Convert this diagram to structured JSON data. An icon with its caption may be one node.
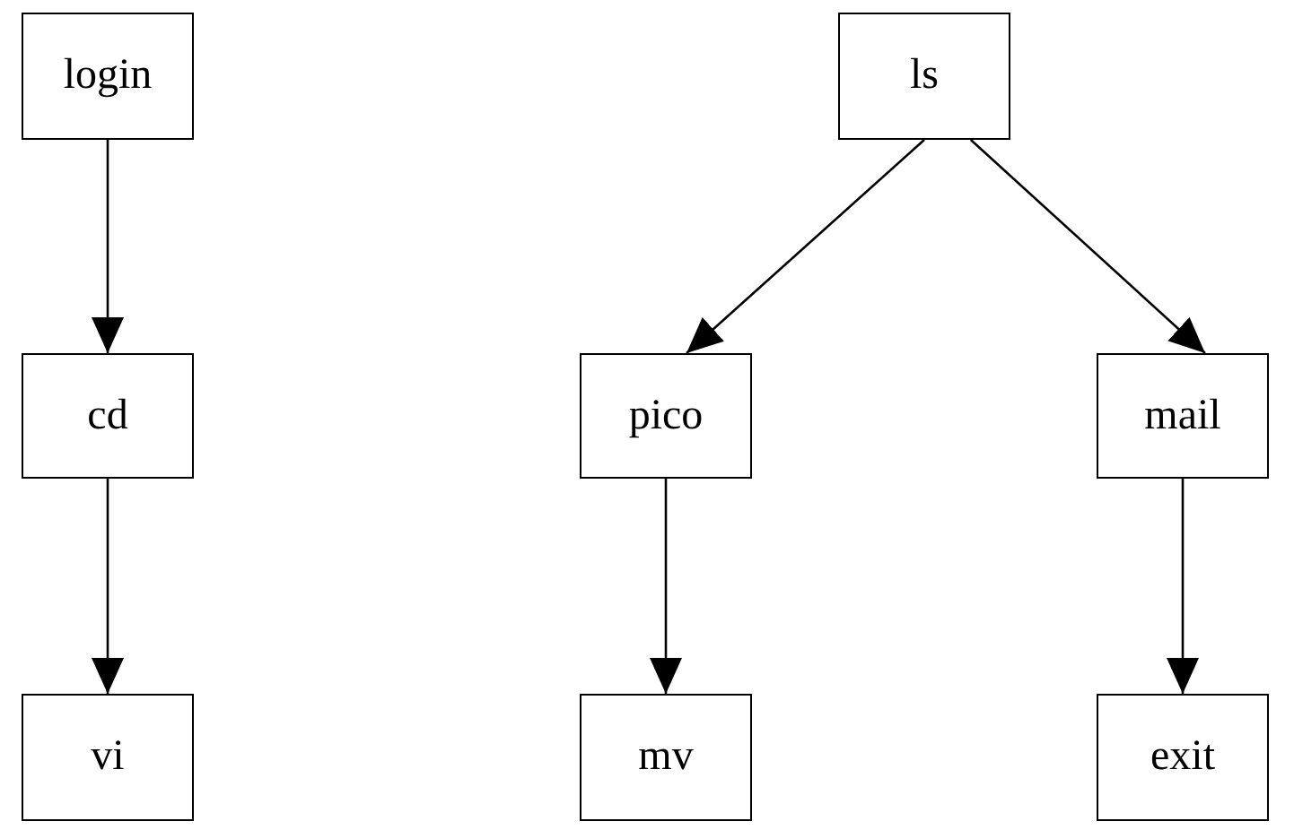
{
  "diagram": {
    "nodes": [
      {
        "text": [
          "login"
        ]
      },
      {
        "text": [
          "cd"
        ]
      },
      {
        "text": [
          "vi"
        ]
      },
      {
        "text": [
          "ls"
        ]
      },
      {
        "text": [
          "pico"
        ]
      },
      {
        "text": [
          "mail"
        ]
      },
      {
        "text": [
          "mv"
        ]
      },
      {
        "text": [
          "exit"
        ]
      }
    ],
    "edges": [
      {
        "from": 0,
        "to": 1,
        "arrow": "to"
      },
      {
        "from": 1,
        "to": 2,
        "arrow": "to"
      },
      {
        "from": 3,
        "to": 4,
        "arrow": "to"
      },
      {
        "from": 3,
        "to": 5,
        "arrow": "to"
      },
      {
        "from": 4,
        "to": 6,
        "arrow": "to"
      },
      {
        "from": 5,
        "to": 7,
        "arrow": "to"
      }
    ]
  }
}
